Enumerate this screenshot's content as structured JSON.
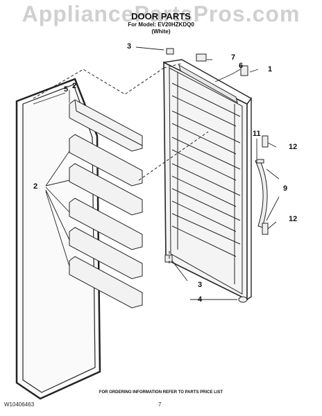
{
  "header": {
    "watermark": "AppliancePartsPros.com",
    "title": "DOOR PARTS",
    "model_line": "For Model: EV20HZKDQ0",
    "color_line": "(White)"
  },
  "callouts": [
    "1",
    "2",
    "3",
    "4",
    "5",
    "6",
    "7",
    "9",
    "11",
    "12"
  ],
  "footer": {
    "ordering_note": "FOR ORDERING INFORMATION REFER TO PARTS PRICE LIST",
    "document_number": "W10406463",
    "page_number": "7"
  },
  "colors": {
    "line": "#222222",
    "part_fill": "#f2f2f2",
    "watermark": "#d0d0d0"
  }
}
